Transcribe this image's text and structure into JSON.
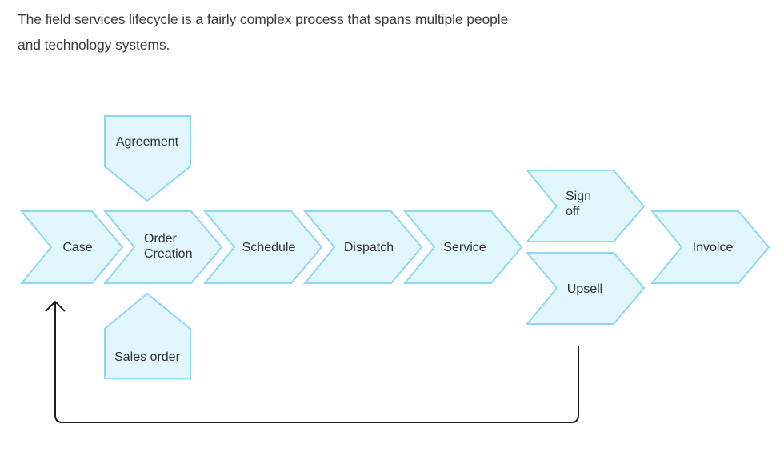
{
  "intro": {
    "line1": "The field services lifecycle is a fairly complex process that spans multiple people",
    "line2": "and technology systems."
  },
  "diagram": {
    "steps": {
      "case": [
        "Case"
      ],
      "order_creation": [
        "Order",
        "Creation"
      ],
      "schedule": [
        "Schedule"
      ],
      "dispatch": [
        "Dispatch"
      ],
      "service": [
        "Service"
      ],
      "sign_off": [
        "Sign",
        "off"
      ],
      "upsell": [
        "Upsell"
      ],
      "invoice": [
        "Invoice"
      ]
    },
    "inputs": {
      "agreement": [
        "Agreement"
      ],
      "sales_order": [
        "Sales order"
      ]
    },
    "colors": {
      "fill": "#e2f6fd",
      "stroke": "#8dd7f3",
      "connector": "#1e1e1e"
    }
  }
}
